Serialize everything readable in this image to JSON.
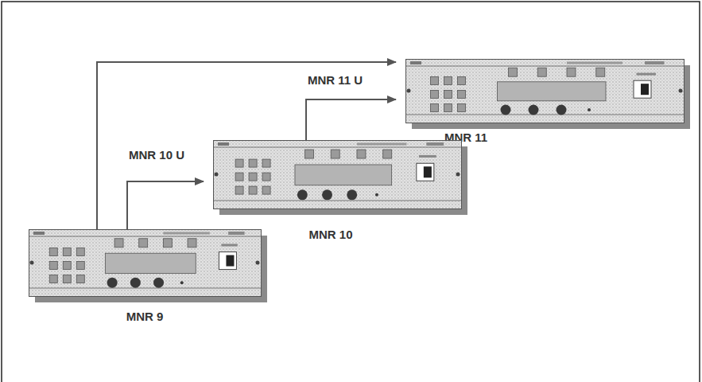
{
  "diagram": {
    "nodes": [
      {
        "text": [
          "MNR 11"
        ]
      },
      {
        "text": [
          "MNR 10"
        ]
      },
      {
        "text": [
          "MNR 9"
        ]
      }
    ],
    "edges": [
      {
        "from": 2,
        "to": 1,
        "arrow": "to",
        "label": "MNR 10 U"
      },
      {
        "from": 1,
        "to": 0,
        "arrow": "to",
        "label": "MNR 11 U"
      },
      {
        "from": 2,
        "to": 0,
        "arrow": "to"
      }
    ]
  }
}
